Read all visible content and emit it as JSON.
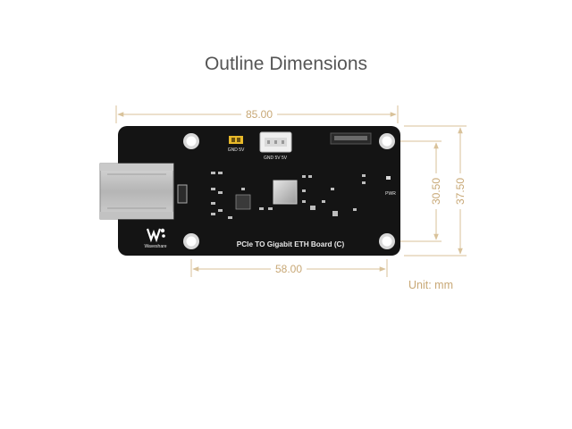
{
  "title": "Outline Dimensions",
  "dimensions": {
    "overall_width": "85.00",
    "hole_spacing_width": "58.00",
    "hole_spacing_height": "30.50",
    "overall_height": "37.50"
  },
  "unit_label": "Unit: mm",
  "board": {
    "name": "PCIe TO Gigabit ETH Board (C)",
    "brand": "Waveshare",
    "label_gnd_5v_left": "GND 5V",
    "label_gnd_5v_5v": "GND 5V 5V",
    "label_pwr": "PWR"
  },
  "colors": {
    "dimension_line": "#d9c29a",
    "dimension_text": "#c8a876",
    "board": "#141414",
    "silkscreen": "#e8e8e8"
  }
}
